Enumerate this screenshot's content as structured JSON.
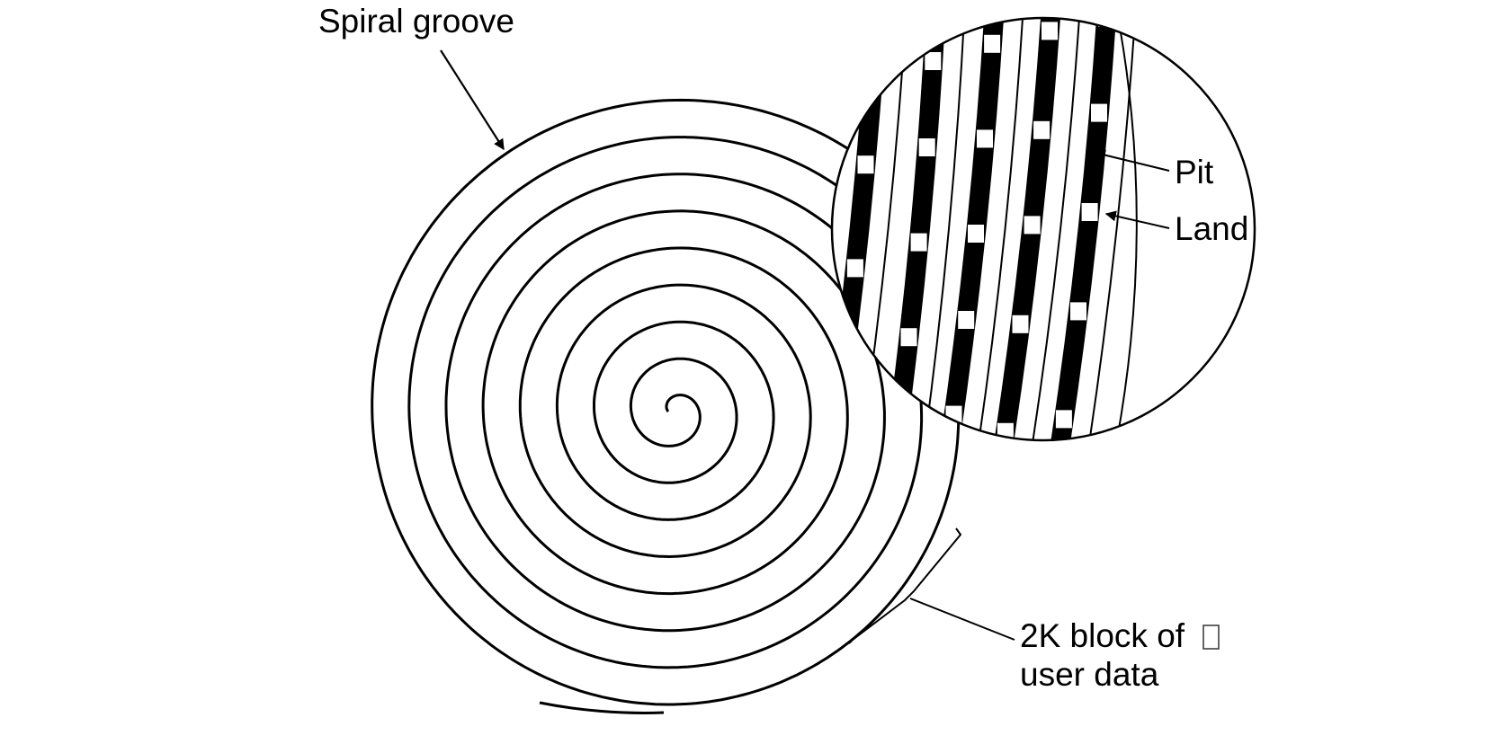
{
  "labels": {
    "spiral_groove": "Spiral groove",
    "pit": "Pit",
    "land": "Land",
    "block_line1": "2K block of",
    "block_line2": "user data"
  },
  "colors": {
    "ink": "#000000",
    "paper": "#ffffff"
  },
  "icons": {
    "arrowhead": "arrowhead-icon",
    "pit": "pit-icon"
  }
}
